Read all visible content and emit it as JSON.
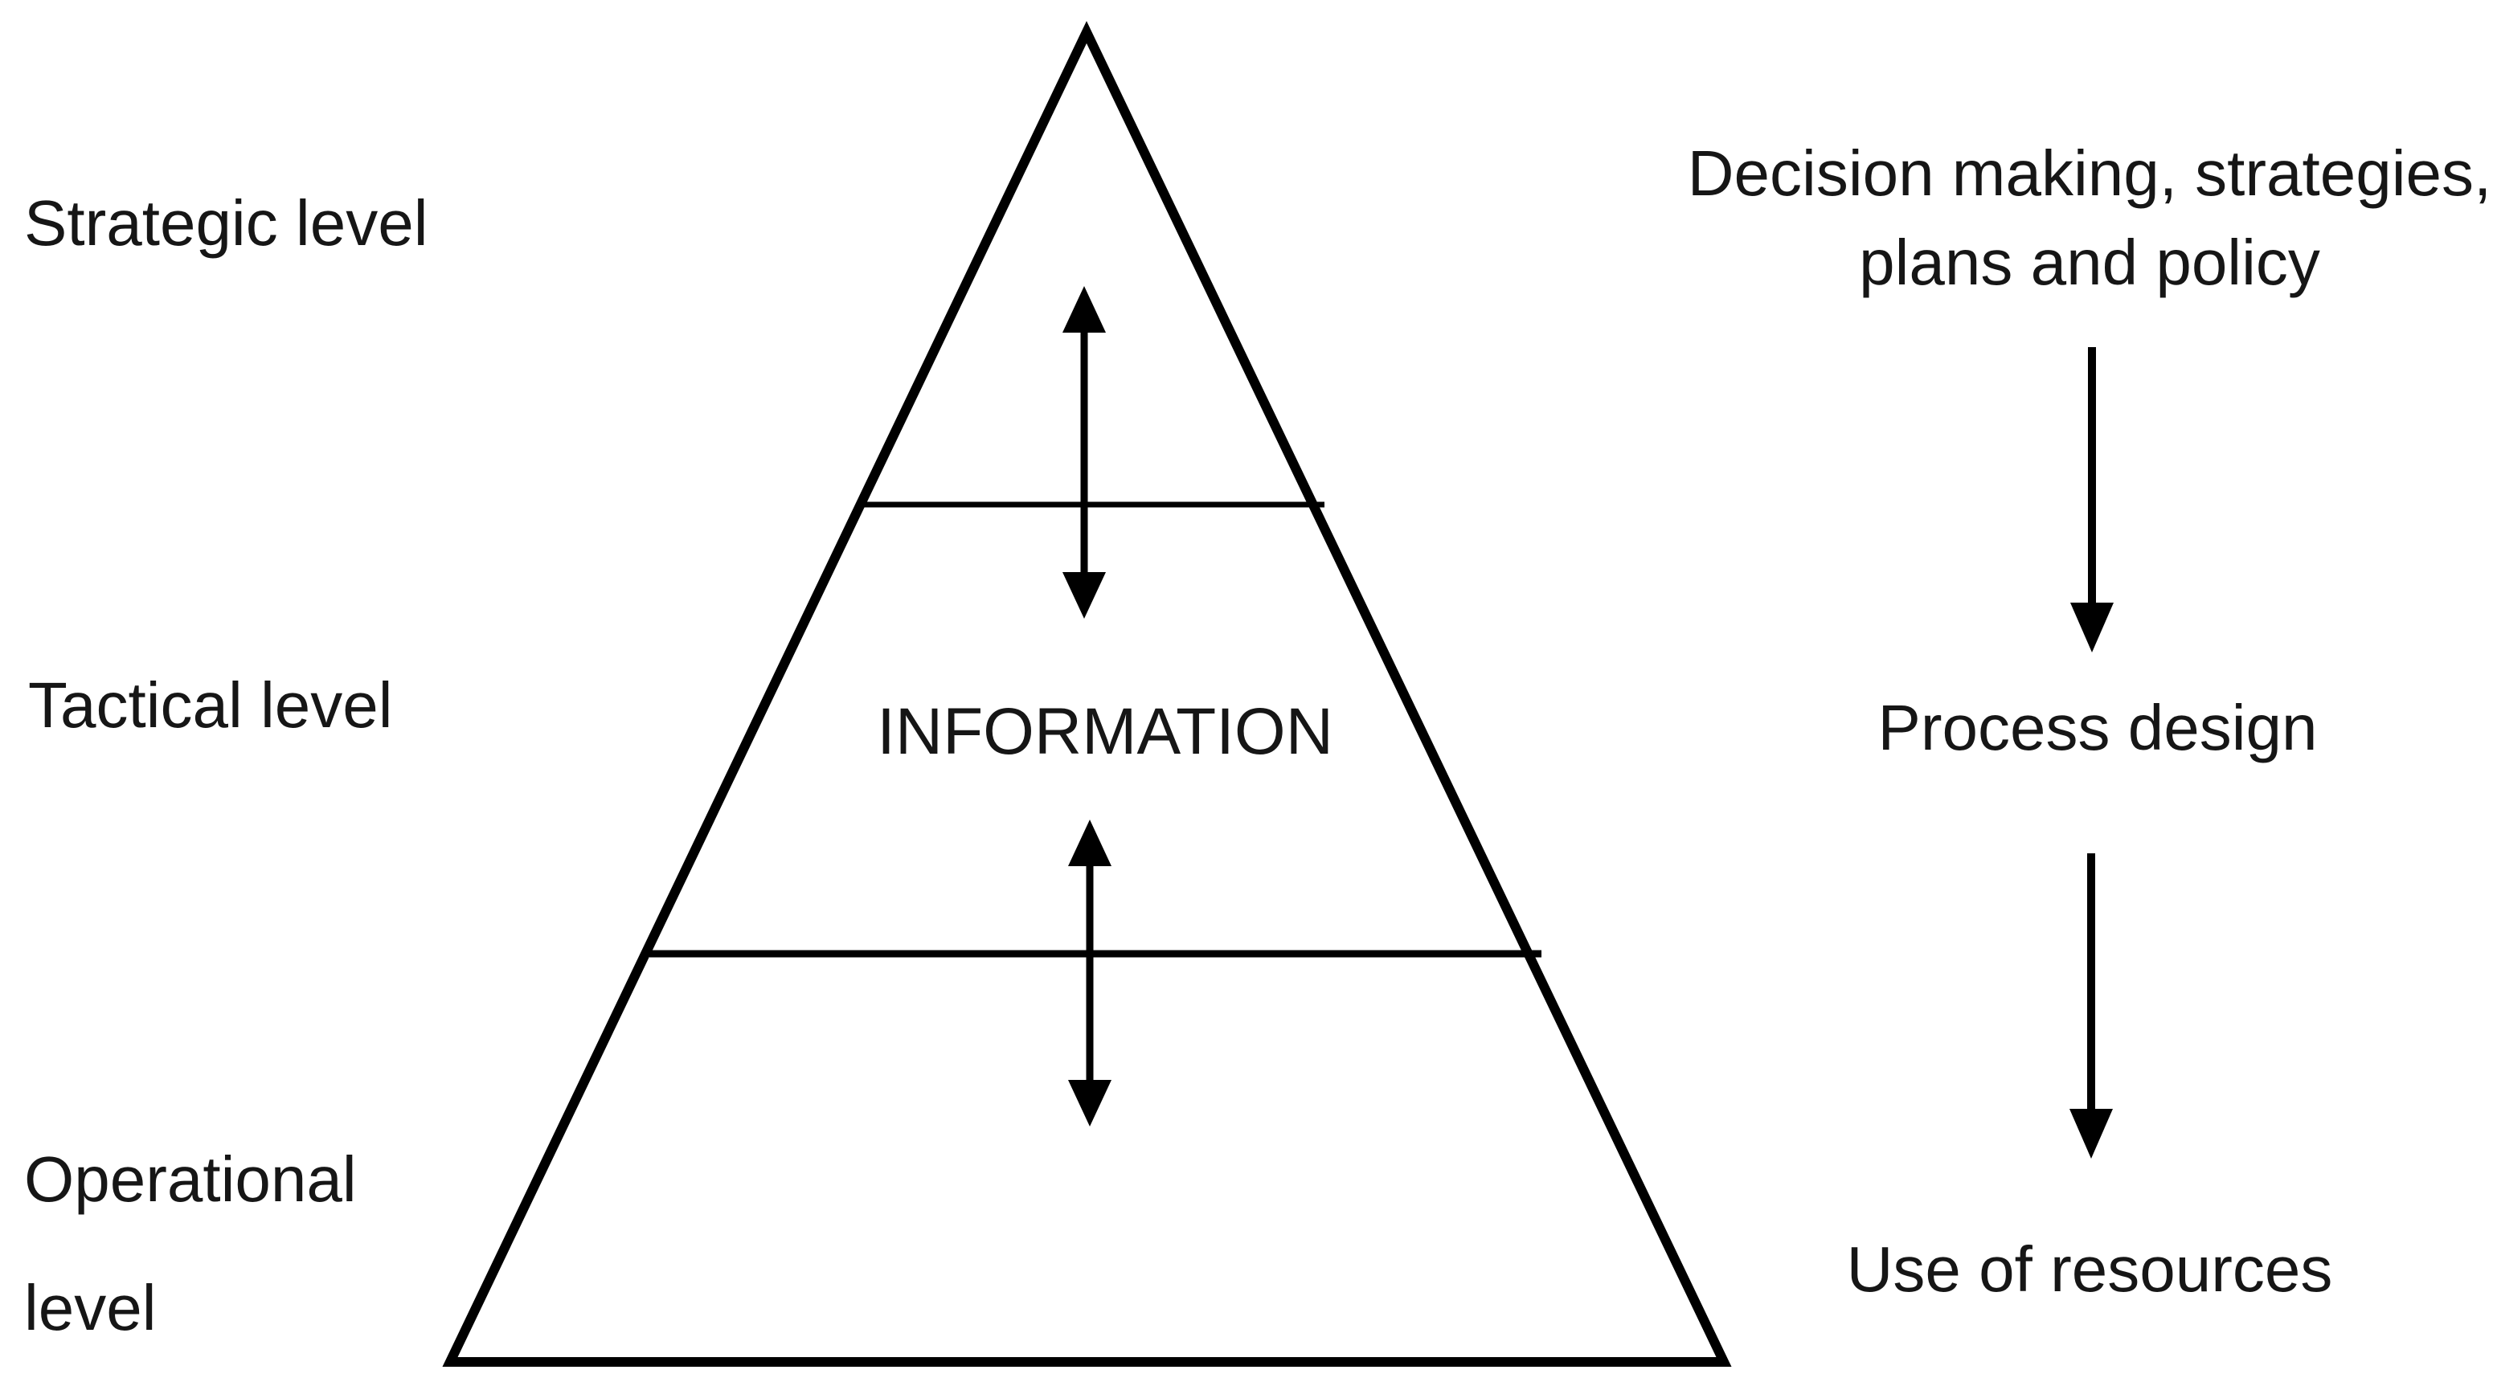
{
  "colors": {
    "line": "#000000",
    "text": "#161616",
    "background": "#ffffff"
  },
  "pyramid": {
    "center_label": "INFORMATION",
    "left_labels": [
      {
        "id": "strategic",
        "lines": [
          "Strategic level"
        ]
      },
      {
        "id": "tactical",
        "lines": [
          "Tactical level"
        ]
      },
      {
        "id": "operational",
        "lines": [
          "Operational",
          "level"
        ]
      }
    ]
  },
  "right_flow": {
    "steps": [
      {
        "id": "decision",
        "lines": [
          "Decision making, strategies,",
          "plans and policy"
        ]
      },
      {
        "id": "process",
        "lines": [
          "Process design"
        ]
      },
      {
        "id": "resources",
        "lines": [
          "Use of resources"
        ]
      }
    ]
  },
  "icons": {
    "double_arrow_upper": "vertical-double-arrow",
    "double_arrow_lower": "vertical-double-arrow",
    "flow_arrow_1": "down-arrow",
    "flow_arrow_2": "down-arrow"
  }
}
